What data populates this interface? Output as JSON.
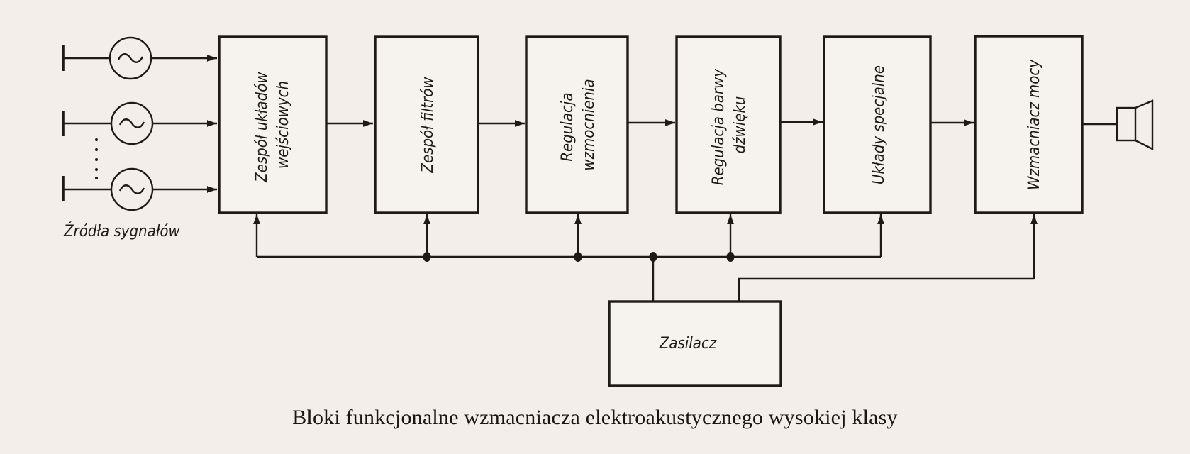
{
  "diagram": {
    "sources_label": "Źródła sygnałów",
    "blocks": [
      {
        "id": "input",
        "lines": [
          "Zespół układów",
          "wejściowych"
        ]
      },
      {
        "id": "filters",
        "lines": [
          "Zespół filtrów"
        ]
      },
      {
        "id": "gain",
        "lines": [
          "Regulacja",
          "wzmocnienia"
        ]
      },
      {
        "id": "tone",
        "lines": [
          "Regulacja barwy",
          "dźwięku"
        ]
      },
      {
        "id": "special",
        "lines": [
          "Układy specjalne"
        ]
      },
      {
        "id": "power_amp",
        "lines": [
          "Wzmacniacz mocy"
        ]
      }
    ],
    "power_supply": "Zasilacz",
    "output_device": "loudspeaker-icon",
    "source_icon": "ac-source-icon"
  },
  "caption": "Bloki funkcjonalne wzmacniacza elektroakustycznego wysokiej klasy"
}
